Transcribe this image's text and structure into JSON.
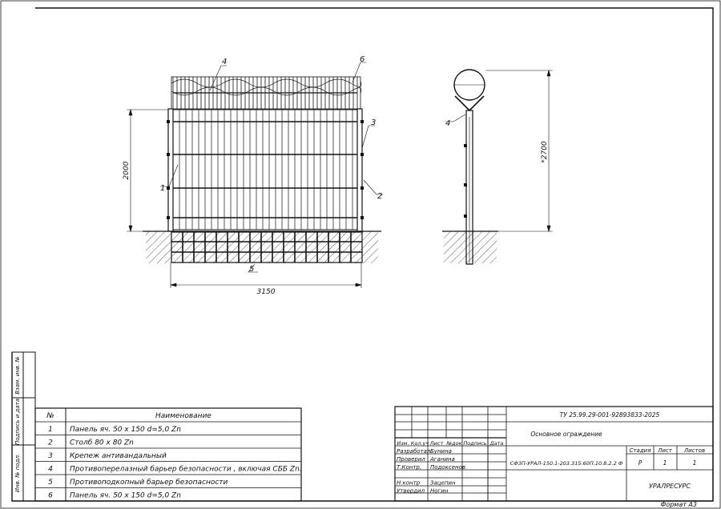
{
  "callouts": {
    "front_1": "1",
    "front_2": "2",
    "front_3": "3",
    "front_4": "4",
    "front_5": "5",
    "front_6": "6",
    "side_4": "4"
  },
  "dimensions": {
    "height": "2000",
    "width": "3150",
    "side_height": "*2700"
  },
  "specification": {
    "headers": {
      "num": "№",
      "name": "Наименование"
    },
    "rows": [
      {
        "num": "1",
        "name": "Панель яч. 50 х 150 d=5,0 Zn"
      },
      {
        "num": "2",
        "name": "Столб 80 х 80 Zn"
      },
      {
        "num": "3",
        "name": "Крепеж антивандальный"
      },
      {
        "num": "4",
        "name": "Противоперелазный барьер безопасности , включая СББ Zn."
      },
      {
        "num": "5",
        "name": "Противоподкопный барьер безопасности"
      },
      {
        "num": "6",
        "name": "Панель яч. 50 х 150 d=5,0 Zn"
      }
    ]
  },
  "side_stamp": {
    "vzam": "Взам. инв. №",
    "podpis": "Подпись и дата",
    "inv_podl": "Инв. № подл."
  },
  "title_block": {
    "doc_code": "ТУ 25.99.29-001-92893833-2025",
    "title": "Основное ограждение",
    "drawing_code": "СФЗП-УРАЛ-150.1-203.315.60П.10.8.2.2 Ф",
    "company": "УРАЛРЕСУРС",
    "col_headers": [
      "Изм.",
      "Кол.уч",
      "Лист",
      "№док",
      "Подпись",
      "Дата"
    ],
    "stage_header": "Стадия",
    "sheet_header": "Лист",
    "sheets_header": "Листов",
    "stage": "Р",
    "sheet": "1",
    "sheets": "1",
    "people": [
      {
        "role": "Разработал",
        "name": "Бунина"
      },
      {
        "role": "Проверил",
        "name": "Аганина"
      },
      {
        "role": "Т.Контр.",
        "name": "Подоксенов"
      },
      {
        "role": "",
        "name": ""
      },
      {
        "role": "Н.контр",
        "name": "Зацепин"
      },
      {
        "role": "Утвердил",
        "name": "Ногин"
      }
    ],
    "format": "Формат А3"
  }
}
